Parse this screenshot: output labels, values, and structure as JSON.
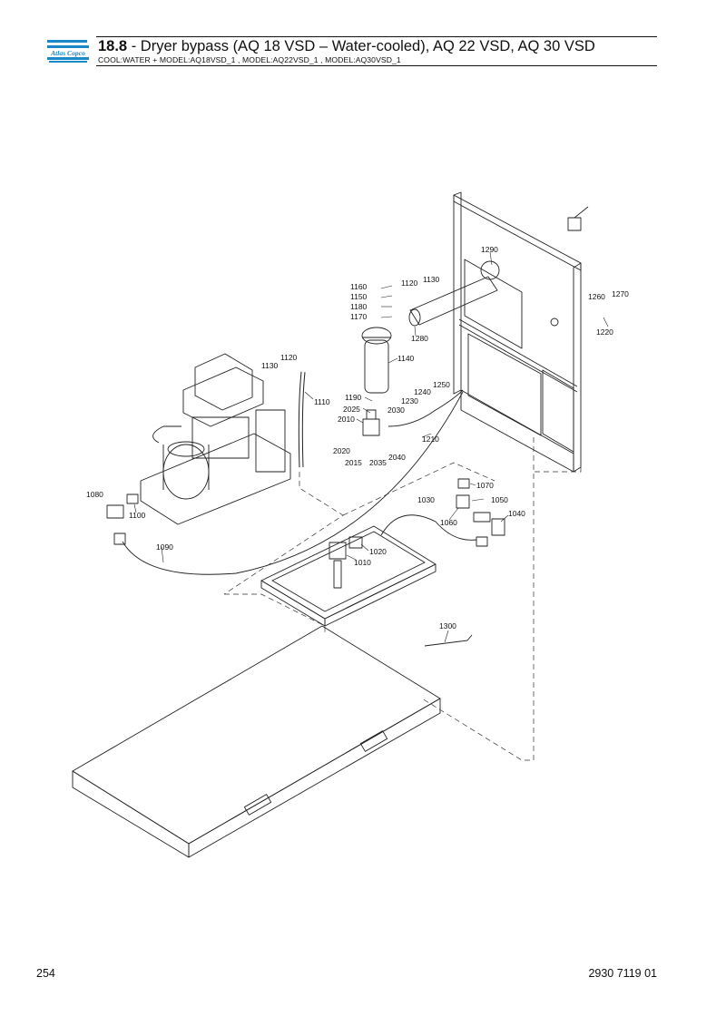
{
  "header": {
    "brand": "Atlas Copco",
    "section_number": "18.8",
    "section_title": " - Dryer bypass (AQ 18 VSD – Water-cooled), AQ 22 VSD, AQ 30 VSD",
    "subtitle": "COOL:WATER + MODEL:AQ18VSD_1 , MODEL:AQ22VSD_1 , MODEL:AQ30VSD_1",
    "brand_color": "#1a88c9"
  },
  "diagram": {
    "callouts": {
      "c1290": "1290",
      "c1160": "1160",
      "c1150": "1150",
      "c1180": "1180",
      "c1170": "1170",
      "c1120a": "1120",
      "c1130a": "1130",
      "c1260": "1260",
      "c1270": "1270",
      "c1220": "1220",
      "c1280": "1280",
      "c1140": "1140",
      "c1120b": "1120",
      "c1130b": "1130",
      "c1110": "1110",
      "c1190": "1190",
      "c1250": "1250",
      "c1240": "1240",
      "c1230": "1230",
      "c2025": "2025",
      "c2030": "2030",
      "c2010": "2010",
      "c1210": "1210",
      "c2020": "2020",
      "c2015": "2015",
      "c2035": "2035",
      "c2040": "2040",
      "c1070": "1070",
      "c1080": "1080",
      "c1030": "1030",
      "c1050": "1050",
      "c1100": "1100",
      "c1060": "1060",
      "c1040": "1040",
      "c1020": "1020",
      "c1010": "1010",
      "c1090": "1090",
      "c1300": "1300"
    }
  },
  "footer": {
    "page_number": "254",
    "doc_number": "2930 7119 01"
  }
}
